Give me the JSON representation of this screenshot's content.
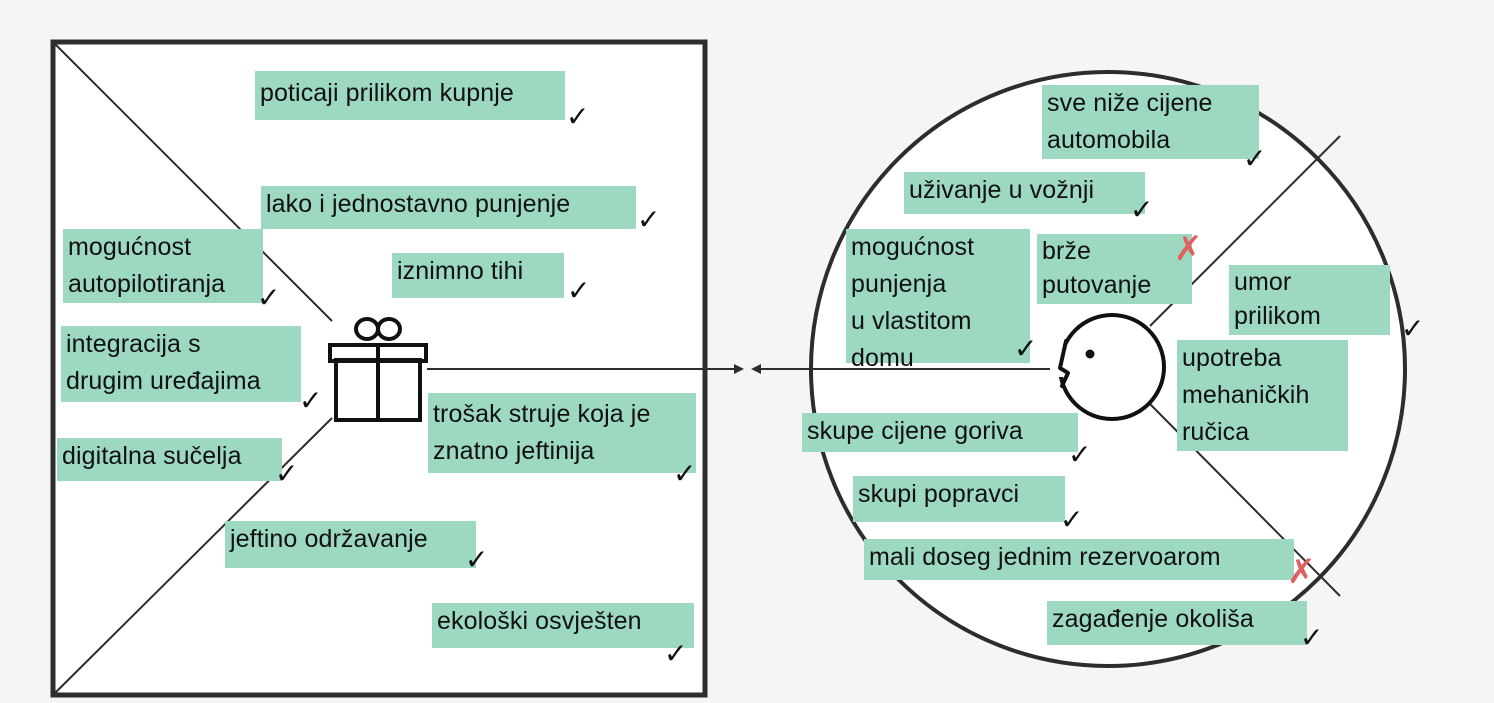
{
  "colors": {
    "background": "#f5f5f5",
    "panel": "#ffffff",
    "stroke": "#2d2d2d",
    "note": "#9dd8c0",
    "check": "#111111",
    "cross": "#e06060"
  },
  "value_map": {
    "icon": "gift-icon",
    "notes": [
      {
        "id": "poticaji",
        "text": "poticaji prilikom kupnje",
        "mark": "check"
      },
      {
        "id": "lako",
        "text": "lako i jednostavno punjenje",
        "mark": "check"
      },
      {
        "id": "autopilot",
        "text": "mogućnost\nautopilotiranja",
        "mark": "check"
      },
      {
        "id": "tihi",
        "text": "iznimno tihi",
        "mark": "check"
      },
      {
        "id": "integracija",
        "text": "integracija s\ndrugim uređajima",
        "mark": "check"
      },
      {
        "id": "trosak",
        "text": "trošak struje koja je\nznatno jeftinija",
        "mark": "check"
      },
      {
        "id": "digitalna",
        "text": "digitalna sučelja",
        "mark": "check"
      },
      {
        "id": "odrzavanje",
        "text": "jeftino održavanje",
        "mark": "check"
      },
      {
        "id": "ekoloski",
        "text": "ekološki osvješten",
        "mark": "check"
      }
    ]
  },
  "customer_profile": {
    "icon": "face-icon",
    "notes": [
      {
        "id": "cijene",
        "text": "sve niže cijene\nautomobila",
        "mark": "check"
      },
      {
        "id": "uzivanje",
        "text": "uživanje u vožnji",
        "mark": "check"
      },
      {
        "id": "punjenje-dom",
        "text": "mogućnost\npunjenja\nu vlastitom\ndomu",
        "mark": "check"
      },
      {
        "id": "brze",
        "text": "brže\nputovanje",
        "mark": "cross"
      },
      {
        "id": "umor",
        "text": "umor prilikom\nvožnje",
        "mark": "check"
      },
      {
        "id": "rucice",
        "text": "upotreba\nmehaničkih\nručica",
        "mark": "none"
      },
      {
        "id": "gorivo",
        "text": "skupe cijene goriva",
        "mark": "check"
      },
      {
        "id": "popravci",
        "text": "skupi popravci",
        "mark": "check"
      },
      {
        "id": "doseg",
        "text": "mali doseg jednim rezervoarom",
        "mark": "cross"
      },
      {
        "id": "zagadenje",
        "text": "zagađenje okoliša",
        "mark": "check"
      }
    ]
  }
}
